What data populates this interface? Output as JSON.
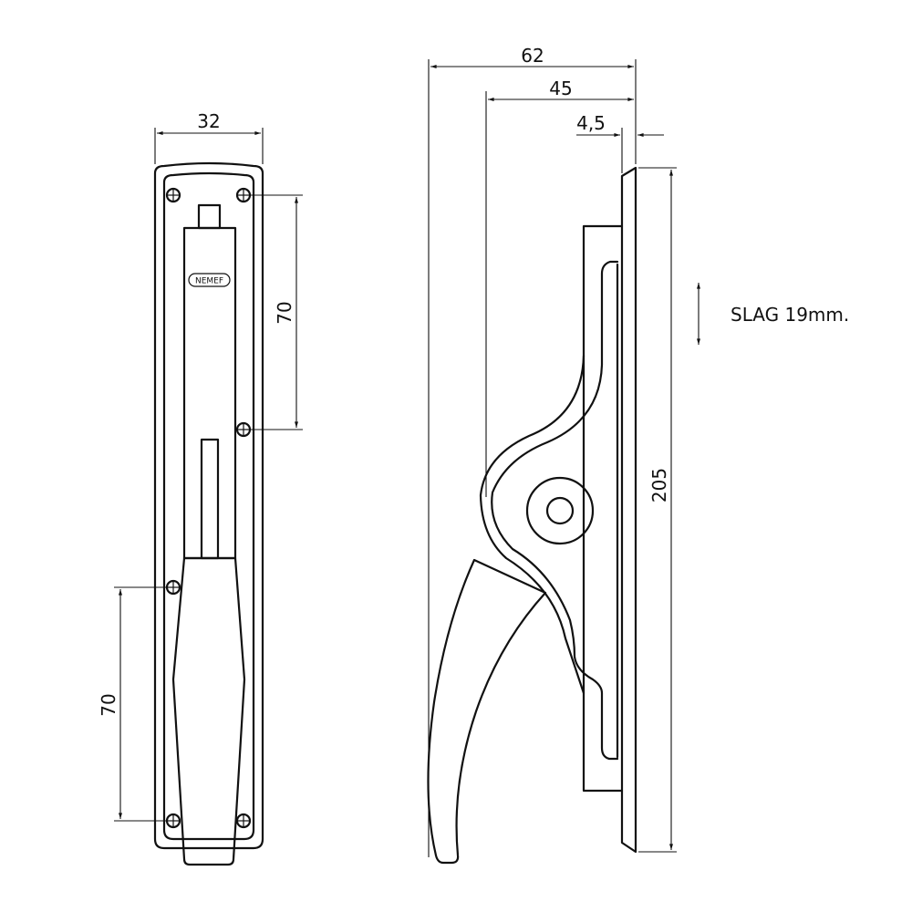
{
  "dimensions": {
    "front_width": "32",
    "front_hole_spacing_upper": "70",
    "front_hole_spacing_lower": "70",
    "side_total_depth": "62",
    "side_handle_depth": "45",
    "side_plate_thickness": "4,5",
    "side_total_height": "205"
  },
  "brand_label": "NEMEF",
  "stroke_note": "SLAG 19mm."
}
